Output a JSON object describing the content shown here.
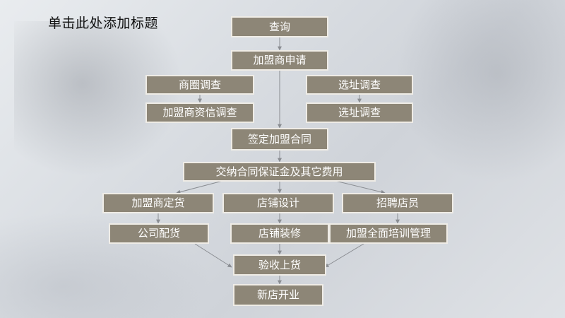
{
  "title": "单击此处添加标题",
  "nodes": {
    "n1": "查询",
    "n2": "加盟商申请",
    "n3": "商圈调查",
    "n4": "加盟商资信调查",
    "n5": "选址调查",
    "n6": "选址调查",
    "n7": "签定加盟合同",
    "n8": "交纳合同保证金及其它费用",
    "n9": "加盟商定货",
    "n10": "店铺设计",
    "n11": "招聘店员",
    "n12": "公司配货",
    "n13": "店铺装修",
    "n14": "加盟全面培训管理",
    "n15": "验收上货",
    "n16": "新店开业"
  },
  "colors": {
    "box_fill": "#8d8677",
    "box_border": "#efece6",
    "arrow": "#8a8d92"
  }
}
